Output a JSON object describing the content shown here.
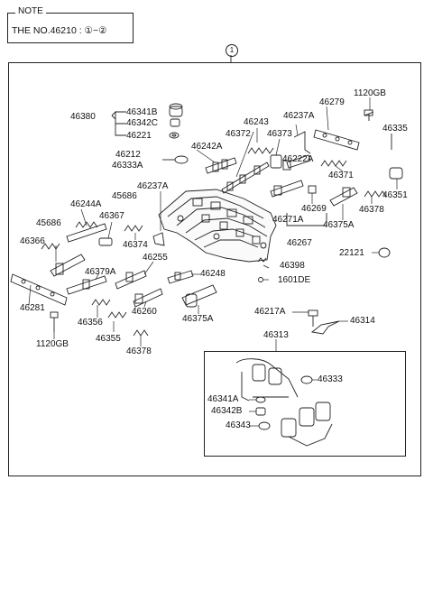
{
  "note": {
    "title": "NOTE",
    "text": "THE NO.46210 : ①~②"
  },
  "callout": "1",
  "labels": {
    "p46380": "46380",
    "p46341B": "46341B",
    "p46342C": "46342C",
    "p46221": "46221",
    "p46212": "46212",
    "p46333A": "46333A",
    "p46242A": "46242A",
    "p46372": "46372",
    "p46243": "46243",
    "p46373": "46373",
    "p46237A_top": "46237A",
    "p46279": "46279",
    "p1120GB_top": "1120GB",
    "p46335": "46335",
    "p46222A": "46222A",
    "p46371": "46371",
    "p46351": "46351",
    "p46378_r": "46378",
    "p46375A_r": "46375A",
    "p46269": "46269",
    "p46271A": "46271A",
    "p46267": "46267",
    "p46237A_mid": "46237A",
    "p46244A": "46244A",
    "p45686_a": "45686",
    "p45686_b": "45686",
    "p46367": "46367",
    "p46366": "46366",
    "p46374": "46374",
    "p46255": "46255",
    "p46379A": "46379A",
    "p46248": "46248",
    "p46398": "46398",
    "p1601DE": "1601DE",
    "p22121": "22121",
    "p46281": "46281",
    "p46356": "46356",
    "p46260": "46260",
    "p46375A_b": "46375A",
    "p46355": "46355",
    "p46378_b": "46378",
    "p1120GB_b": "1120GB",
    "p46217A": "46217A",
    "p46314": "46314",
    "p46313": "46313",
    "p46333": "46333",
    "p46341A": "46341A",
    "p46342B": "46342B",
    "p46343": "46343"
  }
}
